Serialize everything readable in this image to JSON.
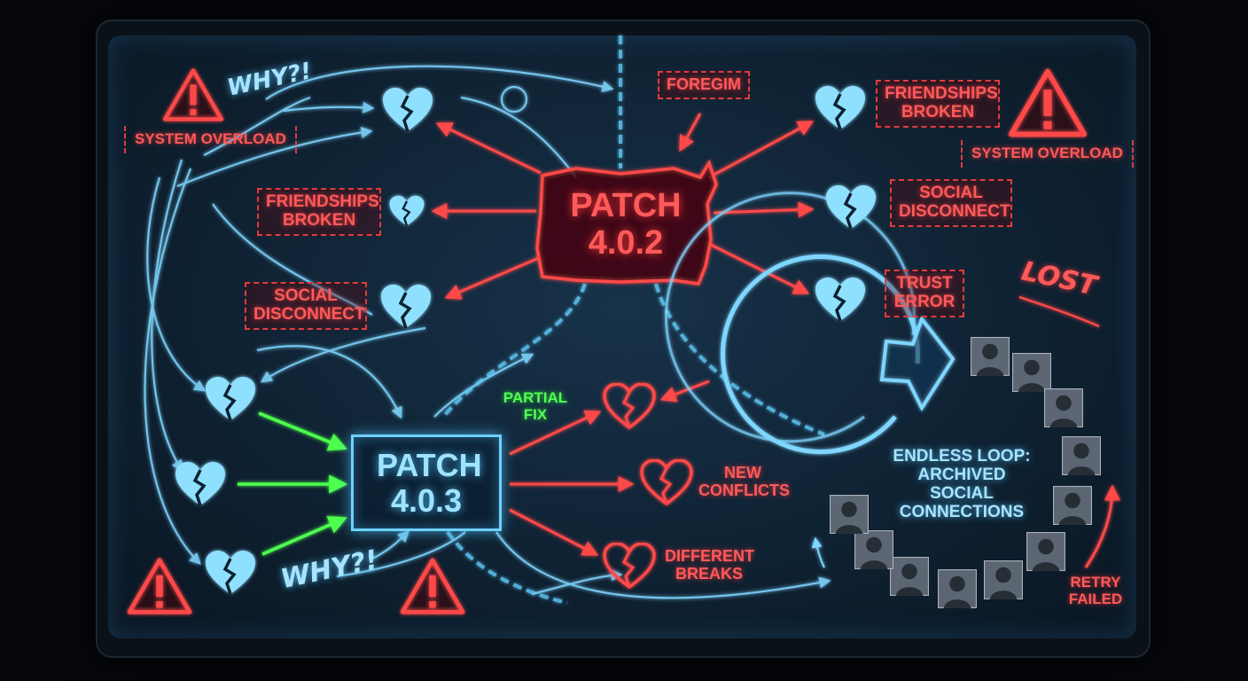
{
  "patches": {
    "primary": {
      "line1": "PATCH",
      "line2": "4.0.2"
    },
    "secondary": {
      "line1": "PATCH",
      "line2": "4.0.3"
    }
  },
  "labels": {
    "why_top": "WHY?!",
    "why_bottom": "WHY?!",
    "system_overload_left": "SYSTEM OVERLOAD",
    "system_overload_right": "SYSTEM OVERLOAD",
    "foregim": "FOREGIM",
    "friendships_broken_left": "FRIENDSHIPS BROKEN",
    "friendships_broken_right": "FRIENDSHIPS BROKEN",
    "social_disconnect_left": "SOCIAL DISCONNECT",
    "social_disconnect_right": "SOCIAL DISCONNECT",
    "trust_error": "TRUST ERROR",
    "lost": "LOST",
    "partial_fix": "PARTIAL FIX",
    "new_conflicts": "NEW CONFLICTS",
    "different_breaks": "DIFFERENT BREAKS",
    "endless_loop": "ENDLESS LOOP: ARCHIVED SOCIAL CONNECTIONS",
    "retry_failed": "RETRY FAILED"
  },
  "colors": {
    "red": "#ff4a4a",
    "blue": "#7fd6ff",
    "green": "#4dff4d",
    "screen": "#0f2233"
  },
  "icons": [
    "warning-icon",
    "broken-heart-icon",
    "chain-icon",
    "avatar-icon"
  ]
}
